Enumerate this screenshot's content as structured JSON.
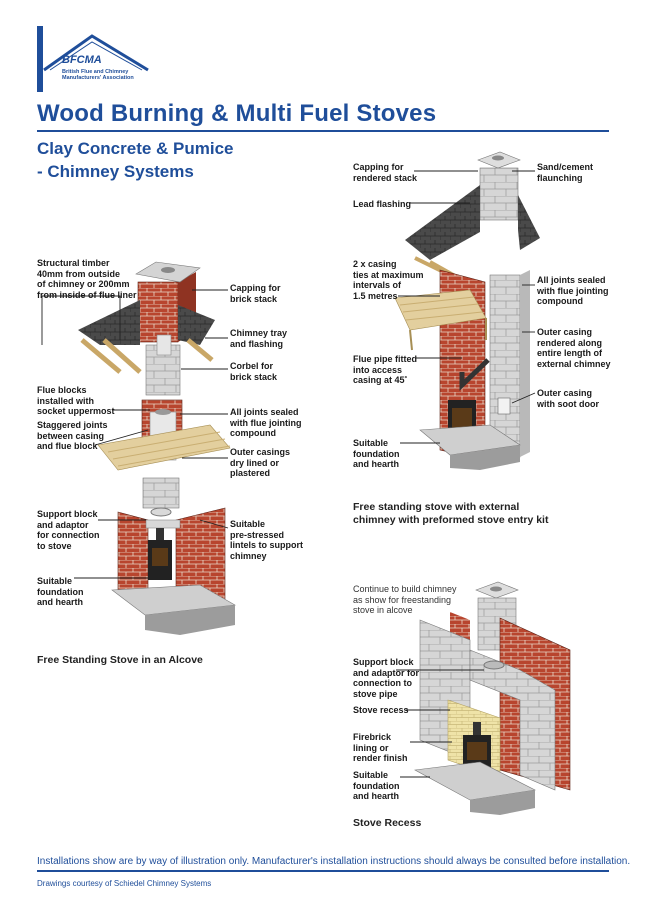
{
  "logo": {
    "name": "BFCMA",
    "sub_line1": "British Flue and Chimney",
    "sub_line2": "Manufacturers' Association"
  },
  "title": "Wood Burning & Multi Fuel Stoves",
  "subtitle_line1": "Clay Concrete & Pumice",
  "subtitle_line2": "- Chimney Systems",
  "left_diagram": {
    "caption": "Free Standing Stove in an Alcove",
    "labels": {
      "structural_timber": [
        "Structural timber",
        "40mm from outside",
        "of chimney or 200mm",
        "from inside of flue liner"
      ],
      "capping": [
        "Capping for",
        "brick stack"
      ],
      "tray": [
        "Chimney tray",
        "and flashing"
      ],
      "corbel": [
        "Corbel for",
        "brick stack"
      ],
      "flue_blocks": [
        "Flue blocks",
        "installed with",
        "socket uppermost"
      ],
      "staggered": [
        "Staggered joints",
        "between casing",
        "and flue block"
      ],
      "joints_sealed": [
        "All joints sealed",
        "with flue jointing",
        "compound"
      ],
      "outer_casings": [
        "Outer casings",
        "dry lined or",
        "plastered"
      ],
      "support_block": [
        "Support block",
        "and adaptor",
        "for connection",
        "to stove"
      ],
      "lintels": [
        "Suitable",
        "pre-stressed",
        "lintels to support",
        "chimney"
      ],
      "foundation": [
        "Suitable",
        "foundation",
        "and hearth"
      ]
    }
  },
  "right_top_diagram": {
    "caption_line1": "Free standing stove with external",
    "caption_line2": "chimney with preformed stove entry kit",
    "labels": {
      "capping": [
        "Capping for",
        "rendered stack"
      ],
      "sand_cement": [
        "Sand/cement",
        "flaunching"
      ],
      "lead_flashing": [
        "Lead flashing"
      ],
      "casing_ties": [
        "2 x casing",
        "ties at maximum",
        "intervals of",
        "1.5 metres"
      ],
      "joints_sealed": [
        "All joints sealed",
        "with flue jointing",
        "compound"
      ],
      "outer_rendered": [
        "Outer casing",
        "rendered along",
        "entire length of",
        "external chimney"
      ],
      "flue_pipe": [
        "Flue pipe fitted",
        "into access",
        "casing at 45˚"
      ],
      "soot_door": [
        "Outer casing",
        "with soot door"
      ],
      "foundation": [
        "Suitable",
        "foundation",
        "and hearth"
      ]
    }
  },
  "right_bottom_diagram": {
    "caption": "Stove Recess",
    "labels": {
      "continue": [
        "Continue to build chimney",
        "as show for freestanding",
        "stove in alcove"
      ],
      "support_block": [
        "Support block",
        "and adaptor for",
        "connection to",
        "stove pipe"
      ],
      "stove_recess": [
        "Stove recess"
      ],
      "firebrick": [
        "Firebrick",
        "lining or",
        "render finish"
      ],
      "foundation": [
        "Suitable",
        "foundation",
        "and hearth"
      ]
    }
  },
  "footer": {
    "note": "Installations show are by way of illustration only. Manufacturer's installation instructions should always be consulted before installation.",
    "credit": "Drawings courtesy of Schiedel Chimney Systems"
  },
  "colors": {
    "brand_blue": "#1f4e9a",
    "brick": "#b8452e",
    "block_grey": "#cfcfcf",
    "timber": "#e3cf9e",
    "roof": "#4a4a4a"
  }
}
